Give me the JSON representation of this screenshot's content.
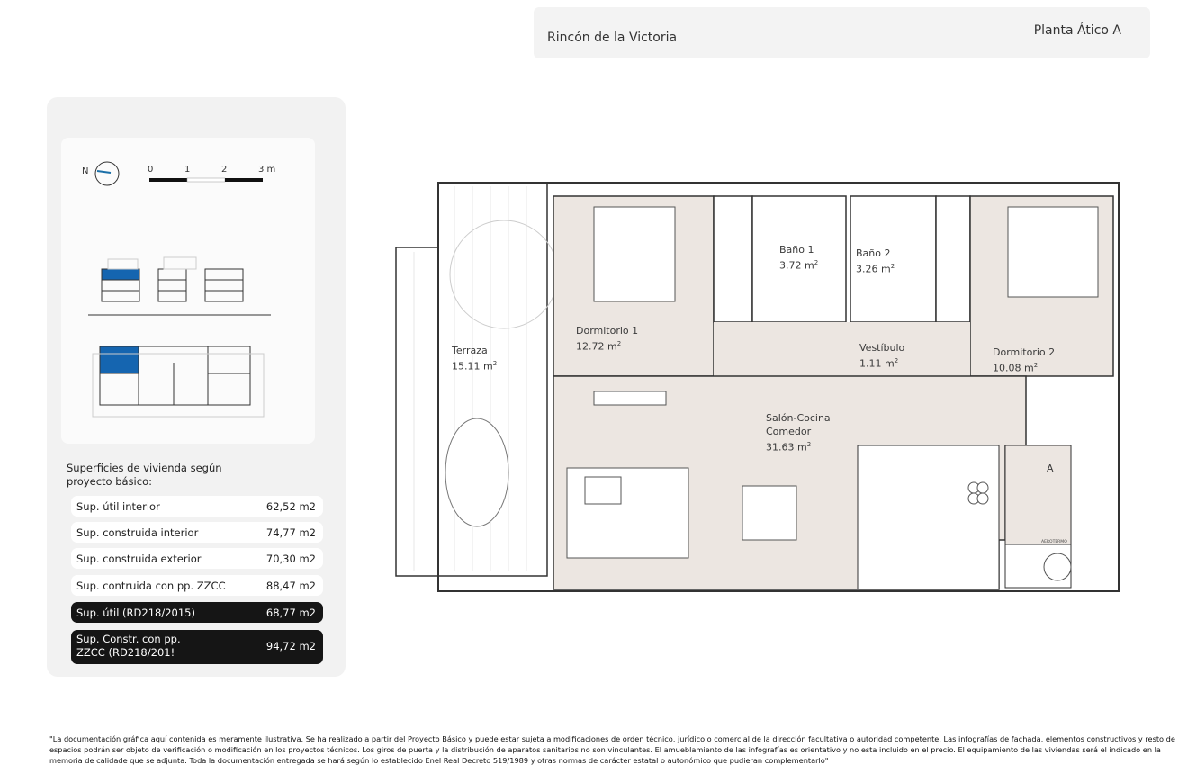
{
  "header": {
    "location": "Rincón de la Victoria",
    "floor": "Planta Ático A"
  },
  "legend": {
    "north_label": "N",
    "scale_ticks": [
      "0",
      "1",
      "2",
      "3 m"
    ],
    "highlight_color": "#1565b0"
  },
  "surfaces": {
    "title": "Superficies de vivienda según proyecto básico:",
    "rows": [
      {
        "label": "Sup. útil interior",
        "value": "62,52 m2"
      },
      {
        "label": "Sup. construida interior",
        "value": "74,77 m2"
      },
      {
        "label": "Sup. construida exterior",
        "value": "70,30 m2"
      },
      {
        "label": "Sup. contruida con pp. ZZCC",
        "value": "88,47 m2"
      },
      {
        "label": "Sup. útil (RD218/2015)",
        "value": "68,77 m2"
      },
      {
        "label": "Sup. Constr. con pp. ZZCC (RD218/201!",
        "value": "94,72 m2"
      }
    ]
  },
  "plan": {
    "rooms": [
      {
        "name": "Terraza",
        "area": "15.11 m"
      },
      {
        "name": "Dormitorio 1",
        "area": "12.72 m"
      },
      {
        "name": "Baño 1",
        "area": "3.72 m"
      },
      {
        "name": "Baño 2",
        "area": "3.26 m"
      },
      {
        "name": "Vestíbulo",
        "area": "1.11 m"
      },
      {
        "name": "Dormitorio 2",
        "area": "10.08 m"
      },
      {
        "name": "Salón-Cocina",
        "name2": "Comedor",
        "area": "31.63 m"
      }
    ],
    "area_sup": "2",
    "entrance_label": "A",
    "equipment_label": "AEROTERMO",
    "room_fill": "#ece6e1"
  },
  "footnote": "\"La documentación gráfica aquí contenida es meramente ilustrativa. Se ha realizado a partir del Proyecto Básico y puede estar sujeta a modificaciones de orden técnico, jurídico o comercial de la dirección facultativa o autoridad competente. Las infografías de fachada, elementos constructivos y resto de espacios podrán ser objeto de verificación o modificación en los proyectos técnicos. Los giros de puerta y la distribución de aparatos sanitarios no son vinculantes. El amueblamiento de las infografías es orientativo y no esta incluido en el precio. El equipamiento de las viviendas será el indicado en la memoria de calidade que se adjunta. Toda la documentación entregada se hará según lo establecido Enel Real Decreto 519/1989 y otras normas de carácter estatal o autonómico que pudieran complementarlo\""
}
